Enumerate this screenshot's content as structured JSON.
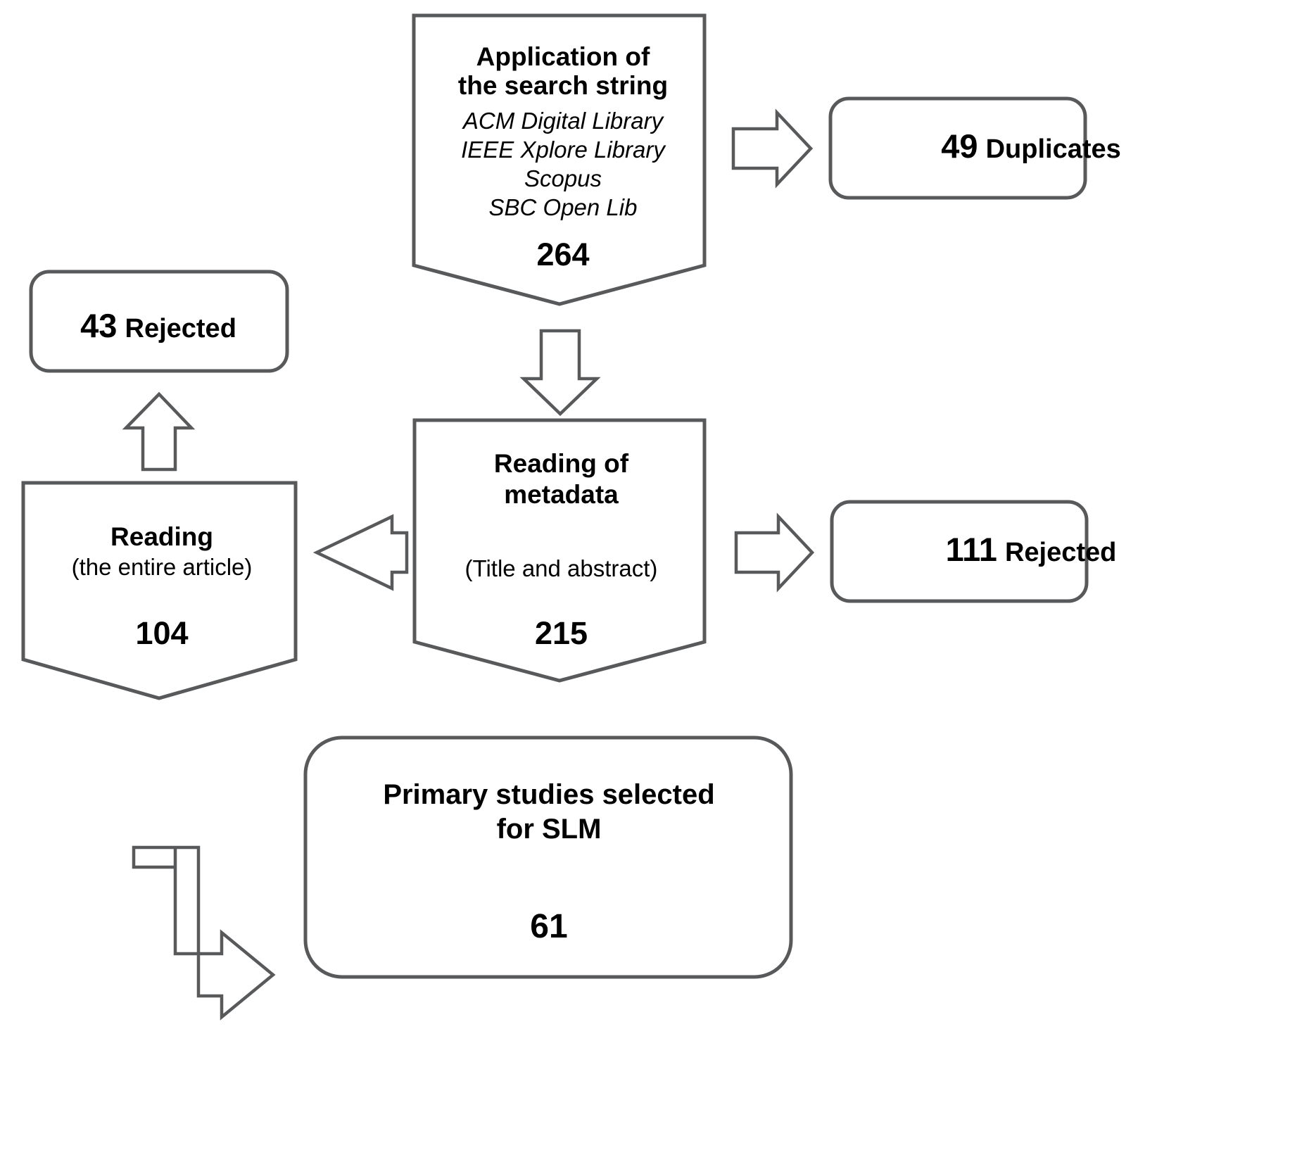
{
  "diagram": {
    "title": "Systematic Literature Mapping study selection flow",
    "colors": {
      "stroke": "#58595b",
      "fill": "#ffffff",
      "text": "#000000"
    },
    "nodes": {
      "search": {
        "title_line1": "Application of",
        "title_line2": "the search string",
        "sources": [
          "ACM Digital Library",
          "IEEE Xplore Library",
          "Scopus",
          "SBC Open Lib"
        ],
        "count": "264"
      },
      "duplicates": {
        "number": "49",
        "label": "Duplicates"
      },
      "rejected_full_text": {
        "number": "43",
        "label": "Rejected"
      },
      "reading_article": {
        "title": "Reading",
        "subtitle": "(the entire article)",
        "count": "104"
      },
      "reading_metadata": {
        "title_line1": "Reading of",
        "title_line2": "metadata",
        "subtitle": "(Title and abstract)",
        "count": "215"
      },
      "rejected_metadata": {
        "number": "111",
        "label": "Rejected"
      },
      "primary_studies": {
        "title_line1": "Primary studies selected",
        "title_line2": "for SLM",
        "count": "61"
      }
    },
    "connectors": [
      {
        "name": "search-to-duplicates",
        "direction": "right"
      },
      {
        "name": "search-to-metadata",
        "direction": "down"
      },
      {
        "name": "metadata-to-rejected",
        "direction": "right"
      },
      {
        "name": "metadata-to-reading-article",
        "direction": "left"
      },
      {
        "name": "reading-article-to-rejected43",
        "direction": "up"
      },
      {
        "name": "reading-article-to-primary-studies",
        "direction": "elbow-right"
      }
    ]
  }
}
